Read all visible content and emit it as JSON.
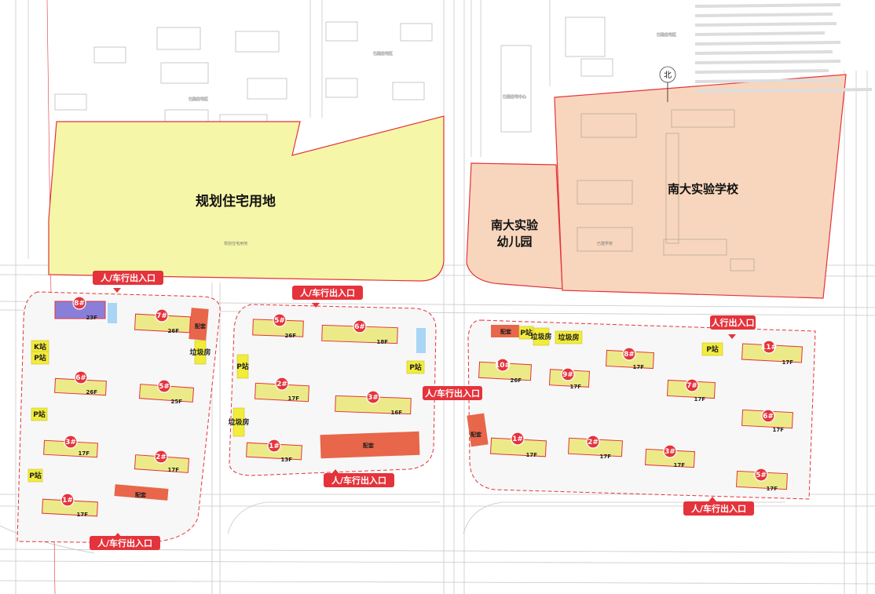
{
  "parcels": {
    "planned_residential": "规划住宅用地",
    "kindergarten_line1": "南大实验",
    "kindergarten_line2": "幼儿园",
    "school": "南大实验学校"
  },
  "north_label": "北",
  "entrance_label": "人/车行出入口",
  "pedestrian_entrance_label": "人行出入口",
  "garage_label": "配套",
  "parking_label": "P站",
  "k_label": "K站",
  "garbage_label": "垃圾房",
  "unit_labels": [
    "8#",
    "7#",
    "6#",
    "5#",
    "3#",
    "2#",
    "1#",
    "5#",
    "6#",
    "2#",
    "3#",
    "1#",
    "10#",
    "9#",
    "8#",
    "7#",
    "11#",
    "6#",
    "1#",
    "2#",
    "3#",
    "5#"
  ],
  "floor_labels": [
    "23F",
    "26F",
    "26F",
    "25F",
    "17F",
    "17F",
    "17F",
    "26F",
    "18F",
    "17F",
    "16F",
    "13F",
    "26F",
    "17F",
    "17F",
    "17F",
    "17F",
    "17F",
    "17F",
    "17F",
    "17F",
    "17F"
  ],
  "colors": {
    "residential_fill": "#f6f6a8",
    "school_fill": "#f8d6bd",
    "boundary": "#e5333b",
    "building": "#ecea88",
    "garage": "#e8664a",
    "marker": "#e5333b",
    "parking": "#f2ec3a",
    "water": "#a8d6f4",
    "purple": "#8a7fd8"
  }
}
